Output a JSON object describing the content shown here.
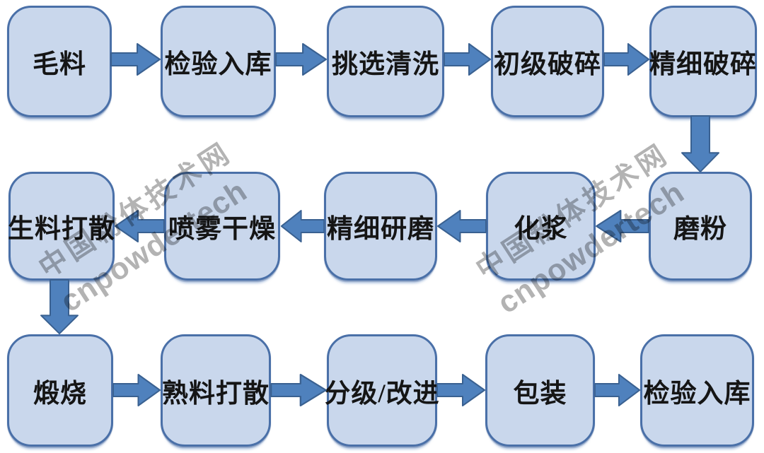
{
  "watermark": {
    "line1": "中国粉体技术网",
    "line2": "cnpowdertech"
  },
  "flowchart": {
    "rows": [
      {
        "direction": "right",
        "boxes": [
          {
            "label": "毛料"
          },
          {
            "label": "检验入库"
          },
          {
            "label": "挑选清洗"
          },
          {
            "label": "初级破碎"
          },
          {
            "label": "精细破碎"
          }
        ]
      },
      {
        "direction": "left",
        "boxes": [
          {
            "label": "生料打散"
          },
          {
            "label": "喷雾干燥"
          },
          {
            "label": "精细研磨"
          },
          {
            "label": "化浆"
          },
          {
            "label": "磨粉"
          }
        ]
      },
      {
        "direction": "right",
        "boxes": [
          {
            "label": "煅烧"
          },
          {
            "label": "熟料打散"
          },
          {
            "label": "分级/改进"
          },
          {
            "label": "包装"
          },
          {
            "label": "检验入库"
          }
        ]
      }
    ],
    "vertical_connectors": [
      {
        "from": "精细破碎",
        "to": "磨粉"
      },
      {
        "from": "生料打散",
        "to": "煅烧"
      }
    ]
  },
  "colors": {
    "box_fill": "#c9d7ec",
    "box_border": "#4a70a8",
    "arrow_fill": "#4f81bd",
    "arrow_border": "#3a6191",
    "label_color": "#151515",
    "watermark_color": "#b3b3b3",
    "background": "#ffffff"
  }
}
